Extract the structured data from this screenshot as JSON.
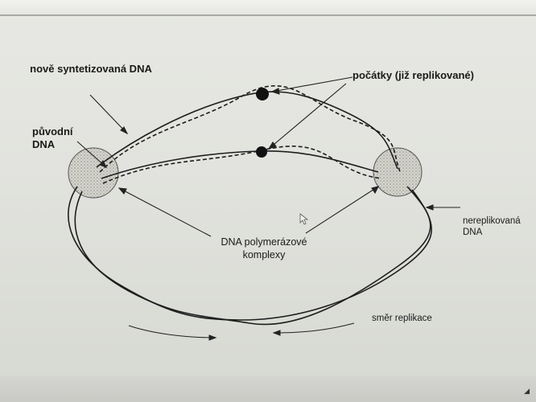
{
  "labels": {
    "newly_synthesized": "nově syntetizovaná DNA",
    "original": "původní DNA",
    "origins": "počátky (již replikované)",
    "polymerase": "DNA polymerázové komplexy",
    "unreplicated": "nereplikovaná DNA",
    "direction": "směr replikace"
  },
  "icons": [
    "mouse-cursor-icon",
    "screen-corner-icon"
  ],
  "colors": {
    "strand": "#1e1e1e",
    "background": "#e3e4df",
    "complex_fill": "#c9c9c2"
  }
}
